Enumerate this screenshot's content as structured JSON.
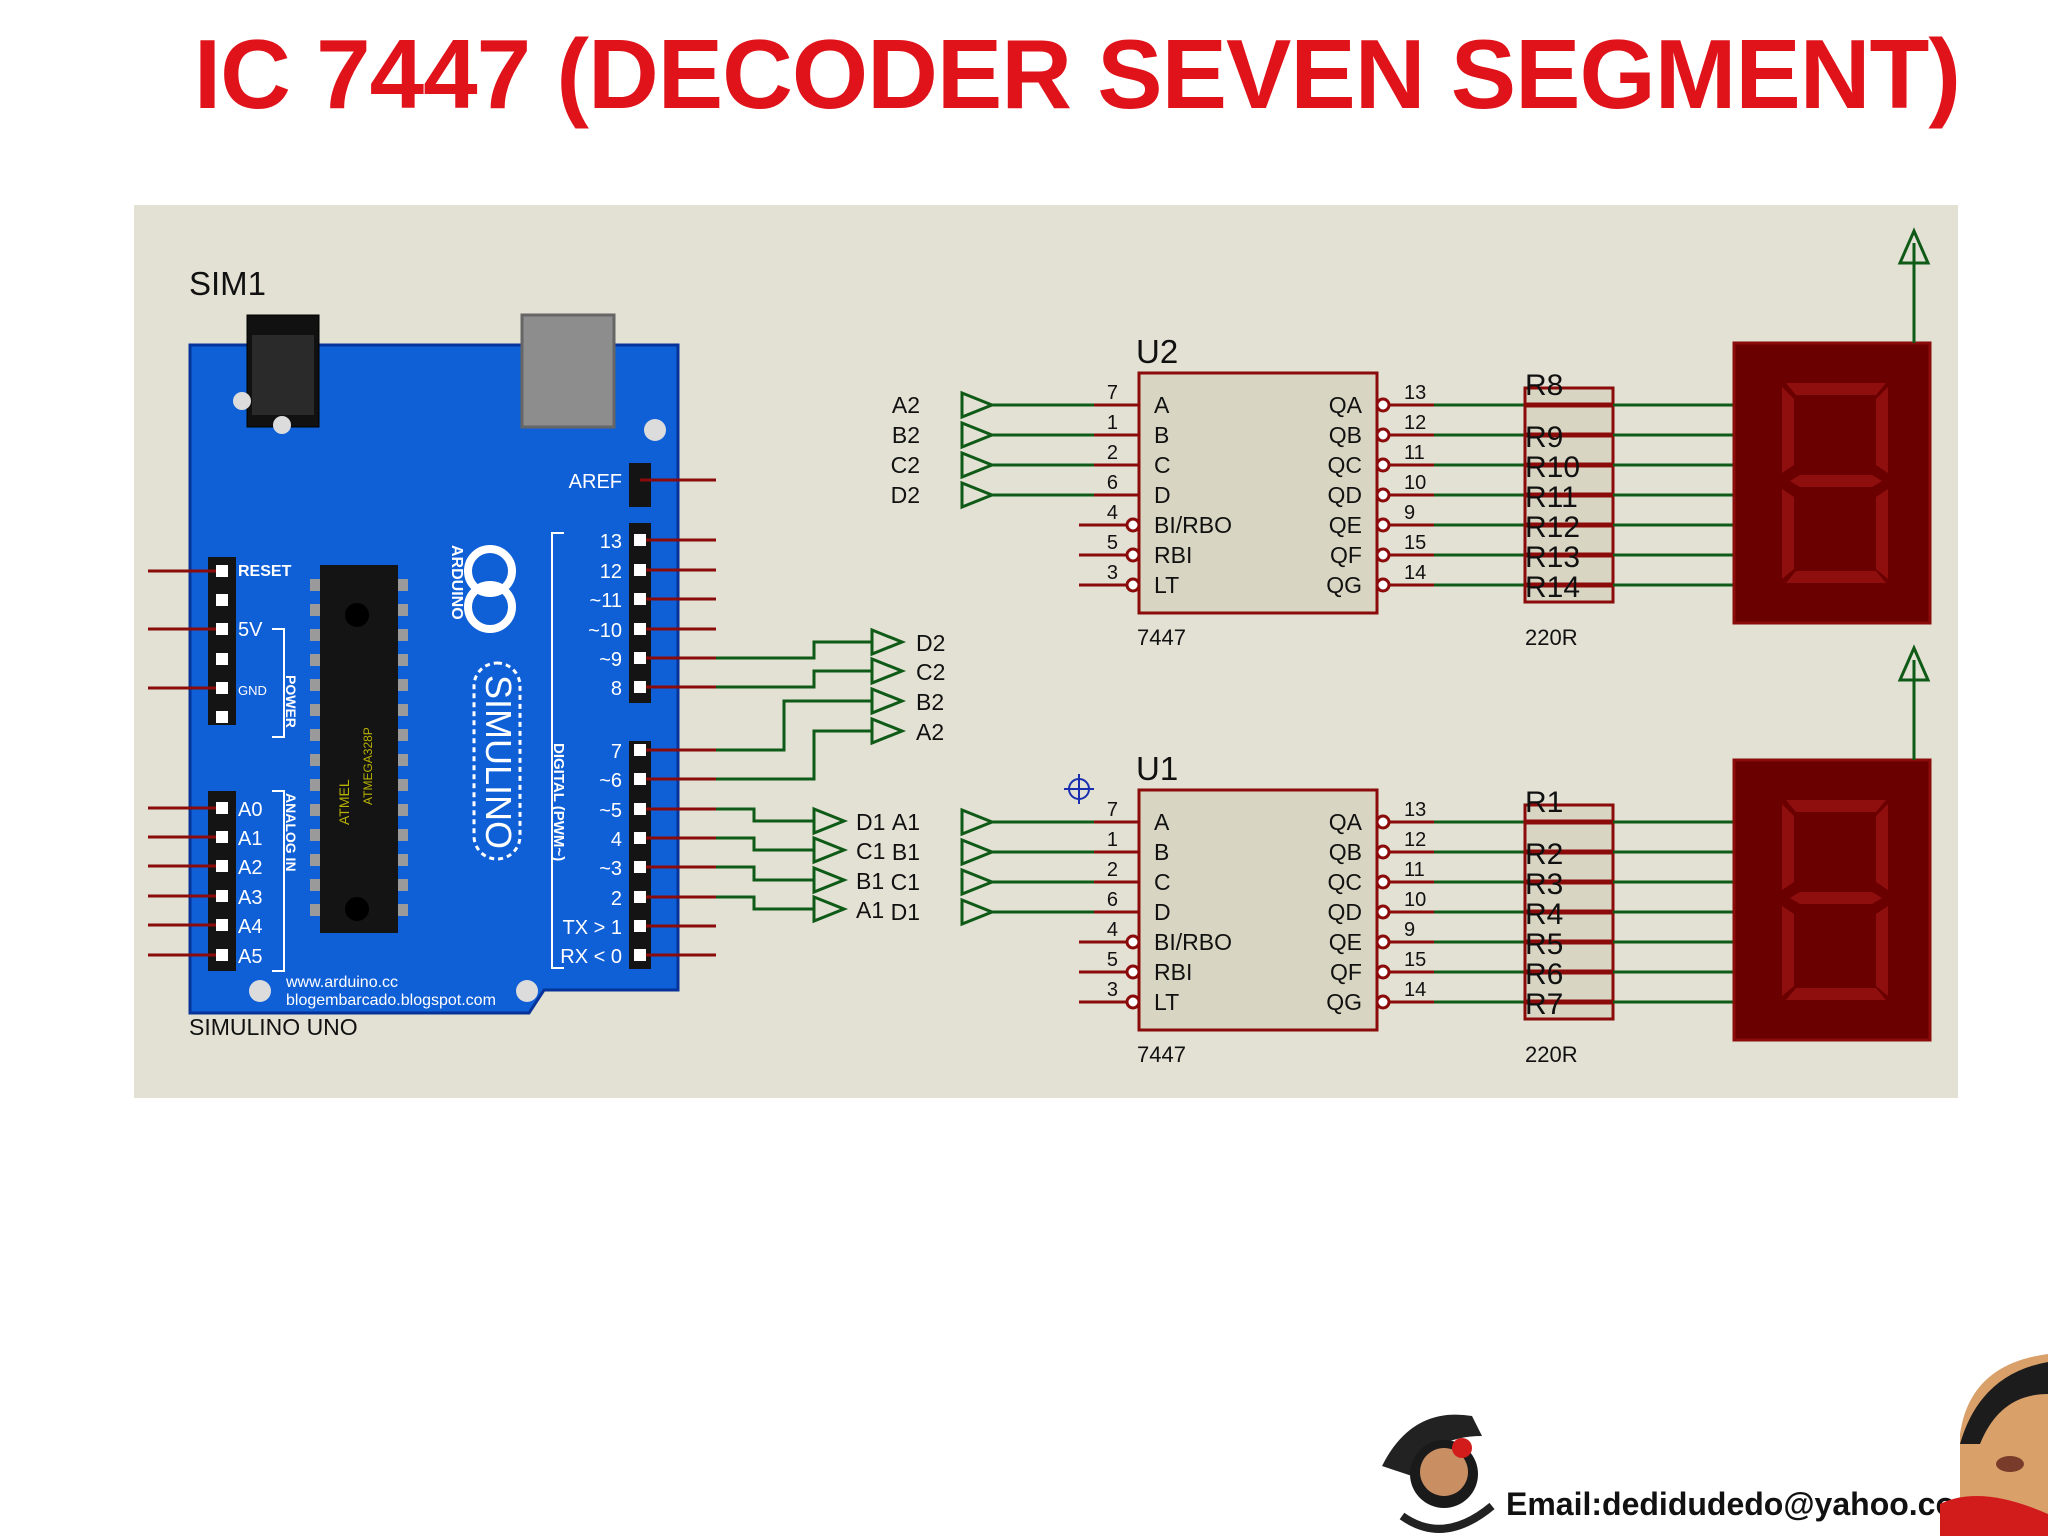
{
  "slide": {
    "title": "IC 7447 (DECODER SEVEN SEGMENT)",
    "email": "Email:dedidudedo@yahoo.com"
  },
  "colors": {
    "title": "#e0131b",
    "board": "#0f5fd7",
    "schematic_bg": "#e2e1d4",
    "wire": "#0f5a16",
    "pin": "#8b0b0b",
    "chip_fill": "#d8d6c3",
    "display_bg": "#6b0000",
    "display_seg": "#8f0f0f"
  },
  "arduino": {
    "ref": "SIM1",
    "name": "SIMULINO UNO",
    "brand": "SIMULINO",
    "arduino_label": "ARDUINO",
    "aref": "AREF",
    "digital_pins": [
      "13",
      "12",
      "~11",
      "~10",
      "~9",
      "8",
      "7",
      "~6",
      "~5",
      "4",
      "~3",
      "2",
      "TX > 1",
      "RX < 0"
    ],
    "digital_label": "DIGITAL (PWM~)",
    "power_pins": [
      "RESET",
      "5V",
      "GND"
    ],
    "power_label": "POWER",
    "analog_pins": [
      "A0",
      "A1",
      "A2",
      "A3",
      "A4",
      "A5"
    ],
    "analog_label": "ANALOG IN",
    "chip_brand": "ATMEL",
    "chip_name": "ATMEGA328P",
    "url1": "www.arduino.cc",
    "url2": "blogembarcado.blogspot.com"
  },
  "terminals_arduino_upper": [
    "D2",
    "C2",
    "B2",
    "A2"
  ],
  "terminals_arduino_lower": [
    "D1",
    "C1",
    "B1",
    "A1"
  ],
  "decoders": [
    {
      "ref": "U2",
      "part": "7447",
      "inputs": [
        "A2",
        "B2",
        "C2",
        "D2"
      ],
      "in_pins": [
        {
          "num": "7",
          "name": "A"
        },
        {
          "num": "1",
          "name": "B"
        },
        {
          "num": "2",
          "name": "C"
        },
        {
          "num": "6",
          "name": "D"
        },
        {
          "num": "4",
          "name": "BI/RBO"
        },
        {
          "num": "5",
          "name": "RBI"
        },
        {
          "num": "3",
          "name": "LT"
        }
      ],
      "out_pins": [
        {
          "num": "13",
          "name": "QA"
        },
        {
          "num": "12",
          "name": "QB"
        },
        {
          "num": "11",
          "name": "QC"
        },
        {
          "num": "10",
          "name": "QD"
        },
        {
          "num": "9",
          "name": "QE"
        },
        {
          "num": "15",
          "name": "QF"
        },
        {
          "num": "14",
          "name": "QG"
        }
      ],
      "resistors": [
        "R8",
        "R9",
        "R10",
        "R11",
        "R12",
        "R13",
        "R14"
      ],
      "res_value": "220R"
    },
    {
      "ref": "U1",
      "part": "7447",
      "inputs": [
        "A1",
        "B1",
        "C1",
        "D1"
      ],
      "in_pins": [
        {
          "num": "7",
          "name": "A"
        },
        {
          "num": "1",
          "name": "B"
        },
        {
          "num": "2",
          "name": "C"
        },
        {
          "num": "6",
          "name": "D"
        },
        {
          "num": "4",
          "name": "BI/RBO"
        },
        {
          "num": "5",
          "name": "RBI"
        },
        {
          "num": "3",
          "name": "LT"
        }
      ],
      "out_pins": [
        {
          "num": "13",
          "name": "QA"
        },
        {
          "num": "12",
          "name": "QB"
        },
        {
          "num": "11",
          "name": "QC"
        },
        {
          "num": "10",
          "name": "QD"
        },
        {
          "num": "9",
          "name": "QE"
        },
        {
          "num": "15",
          "name": "QF"
        },
        {
          "num": "14",
          "name": "QG"
        }
      ],
      "resistors": [
        "R1",
        "R2",
        "R3",
        "R4",
        "R5",
        "R6",
        "R7"
      ],
      "res_value": "220R"
    }
  ]
}
